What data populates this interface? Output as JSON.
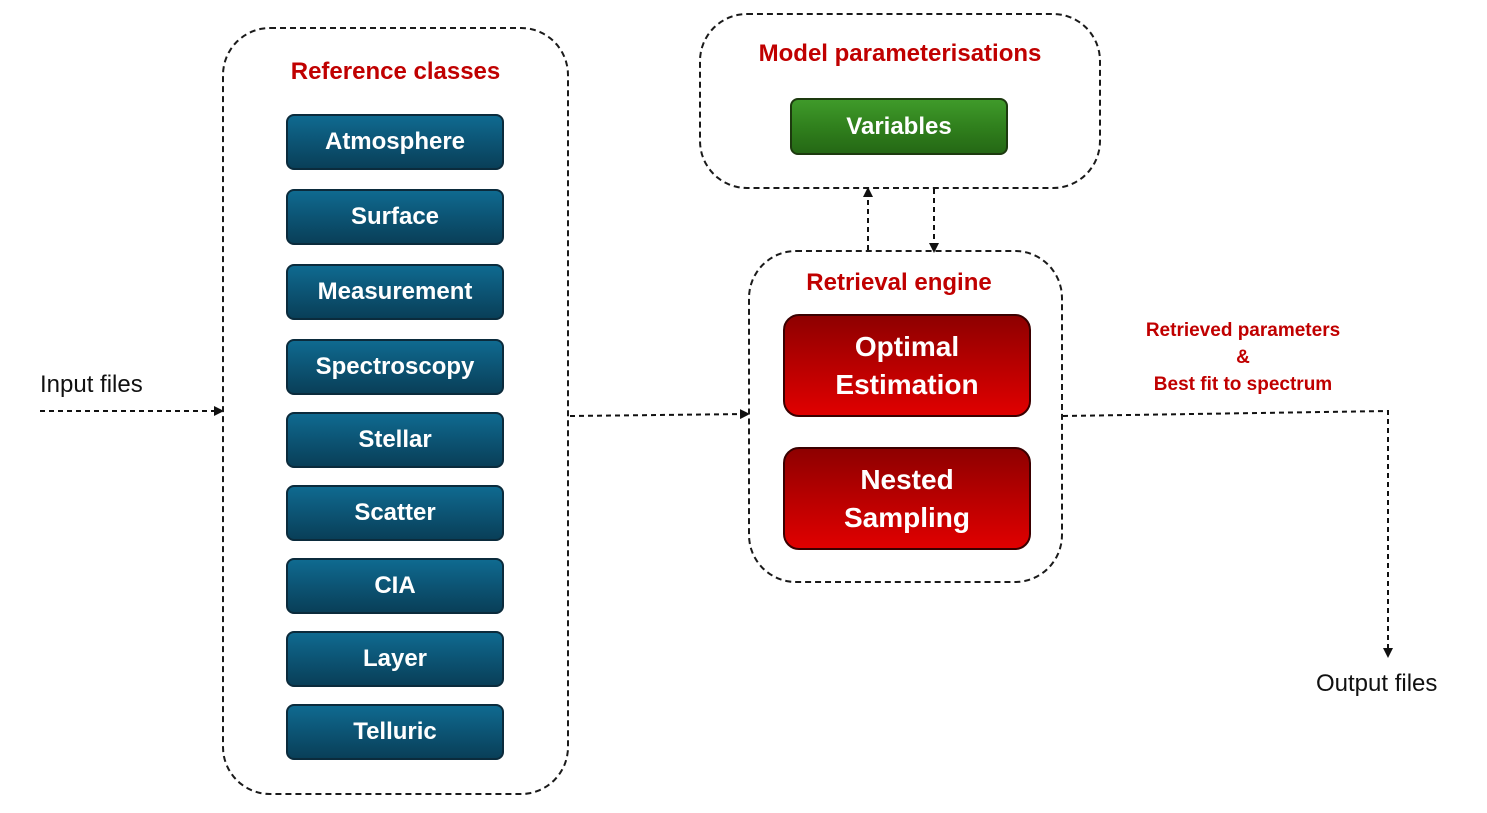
{
  "input_label": "Input files",
  "output_label": "Output files",
  "reference": {
    "title": "Reference classes",
    "classes": [
      "Atmosphere",
      "Surface",
      "Measurement",
      "Spectroscopy",
      "Stellar",
      "Scatter",
      "CIA",
      "Layer",
      "Telluric"
    ]
  },
  "model": {
    "title": "Model parameterisations",
    "variables_label": "Variables"
  },
  "engine": {
    "title": "Retrieval engine",
    "optimal_estimation": [
      "Optimal",
      "Estimation"
    ],
    "nested_sampling": [
      "Nested",
      "Sampling"
    ]
  },
  "output_note": {
    "line1": "Retrieved parameters",
    "line2": "&",
    "line3": "Best fit to spectrum"
  },
  "colors": {
    "reference_button": "#0c5474",
    "variables_button": "#2f7e1c",
    "engine_button": "#c00000",
    "title_red": "#c00000"
  }
}
